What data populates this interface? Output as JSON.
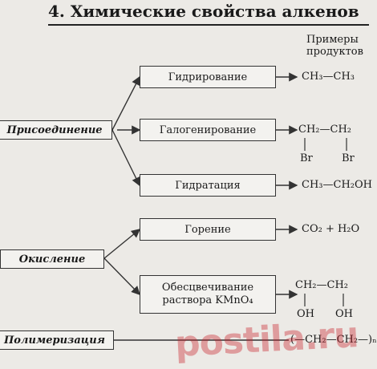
{
  "title": "4. Химические свойства алкенов",
  "examples_label": "Примеры продуктов",
  "examples_lines": [
    "Примеры",
    "продуктов"
  ],
  "categories": {
    "addition": "Присоединение",
    "oxidation": "Окисление",
    "polymerization": "Полимеризация"
  },
  "reactions": {
    "hydrogenation": "Гидрирование",
    "halogenation": "Галогенирование",
    "hydration": "Гидратация",
    "combustion": "Горение",
    "decolorization_line1": "Обесцвечивание",
    "decolorization_line2": "раствора KMnO₄"
  },
  "products": {
    "hydrogenation": "CH₃—CH₃",
    "halogenation_top": "CH₂—CH₂",
    "halogenation_sub1": "Br",
    "halogenation_sub2": "Br",
    "hydration": "CH₃—CH₂OH",
    "combustion": "CO₂ + H₂O",
    "decolorization_top": "CH₂—CH₂",
    "decolorization_sub1": "OH",
    "decolorization_sub2": "OH",
    "polymerization": "(—CH₂—CH₂—)ₙ"
  },
  "watermark": "postila.ru",
  "colors": {
    "line": "#333333",
    "watermark": "#c81e28"
  }
}
